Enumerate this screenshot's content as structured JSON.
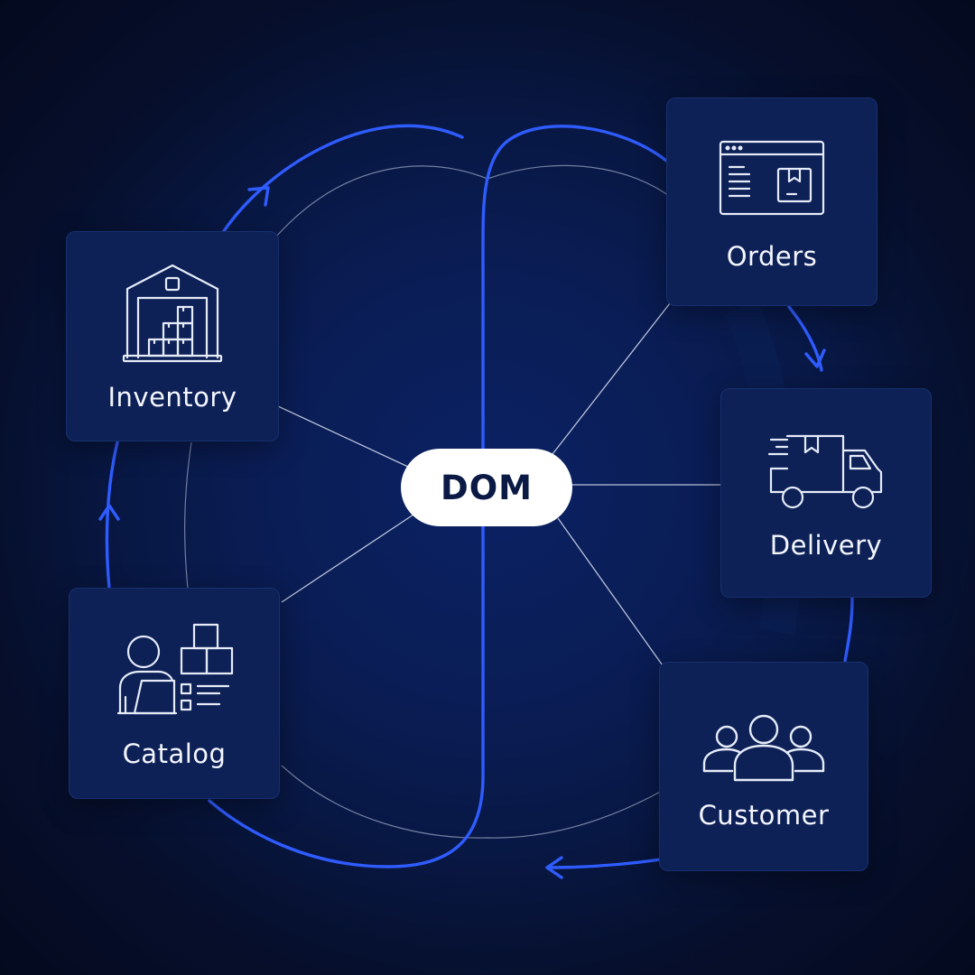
{
  "hub": {
    "label": "DOM"
  },
  "nodes": {
    "orders": {
      "label": "Orders",
      "icon": "browser-window-box-icon"
    },
    "inventory": {
      "label": "Inventory",
      "icon": "warehouse-icon"
    },
    "delivery": {
      "label": "Delivery",
      "icon": "delivery-truck-icon"
    },
    "catalog": {
      "label": "Catalog",
      "icon": "person-laptop-boxes-icon"
    },
    "customer": {
      "label": "Customer",
      "icon": "user-group-icon"
    }
  },
  "colors": {
    "background": "#050d24",
    "card": "#0d2157",
    "accent_blue": "#2f5cff",
    "thin_line": "#c9d3ea",
    "hub": "#ffffff",
    "hub_text": "#0a1a45"
  }
}
